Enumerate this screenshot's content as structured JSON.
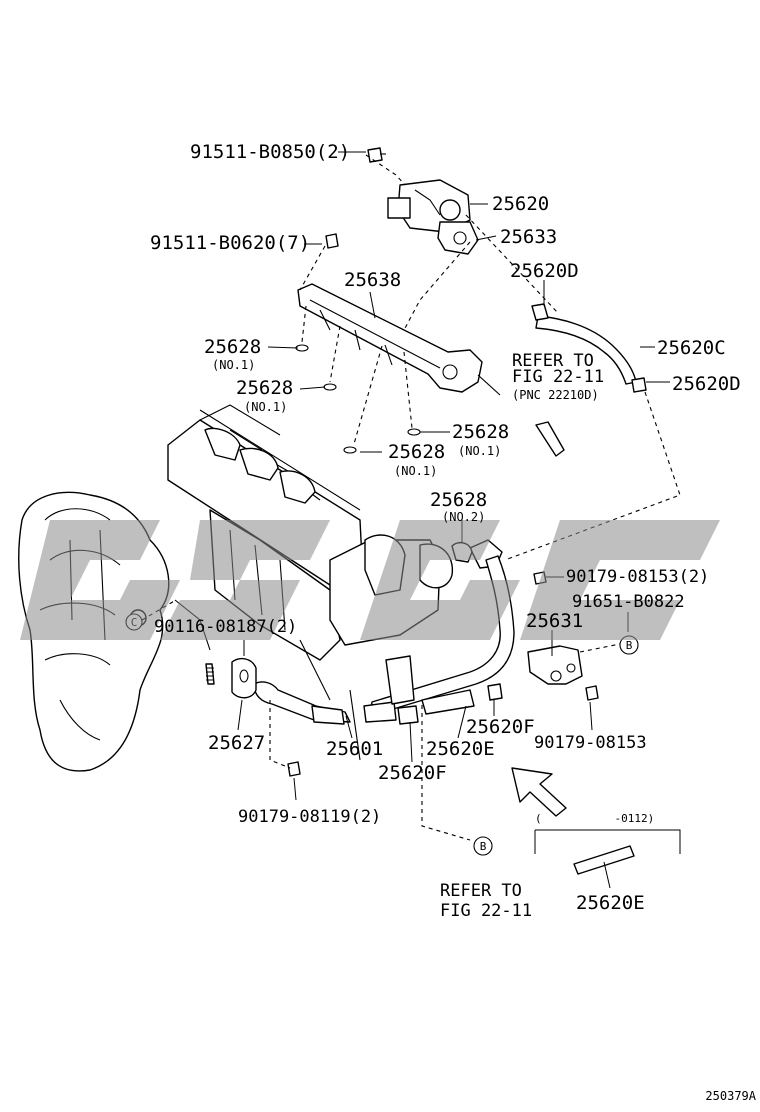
{
  "labels": {
    "l1": "91511-B0850(2)",
    "l2": "25620",
    "l3": "91511-B0620(7)",
    "l4": "25633",
    "l5": "25638",
    "l6": "25620D",
    "l7": "25628",
    "l7s": "(NO.1)",
    "l8": "25620C",
    "l9": "25628",
    "l9s": "(NO.1)",
    "l10": "REFER TO",
    "l10b": "FIG 22-11",
    "l10c": "(PNC 22210D)",
    "l11": "25620D",
    "l12": "25628",
    "l12s": "(NO.1)",
    "l13": "25628",
    "l13s": "(NO.1)",
    "l14": "25628",
    "l14s": "(NO.2)",
    "l15": "90179-08153(2)",
    "l16": "91651-B0822",
    "l17": "90116-08187(2)",
    "l18": "25631",
    "l19": "25620F",
    "l20": "25627",
    "l21": "25601",
    "l22": "25620E",
    "l23": "90179-08153",
    "l24": "25620F",
    "l25": "90179-08119(2)",
    "l26": "(           -0112)",
    "l27": "REFER TO",
    "l27b": "FIG 22-11",
    "l28": "25620E",
    "ref_c": "C",
    "ref_b1": "B",
    "ref_b2": "B",
    "figure_number": "250379A"
  },
  "watermark_color": "#8a8a8a"
}
